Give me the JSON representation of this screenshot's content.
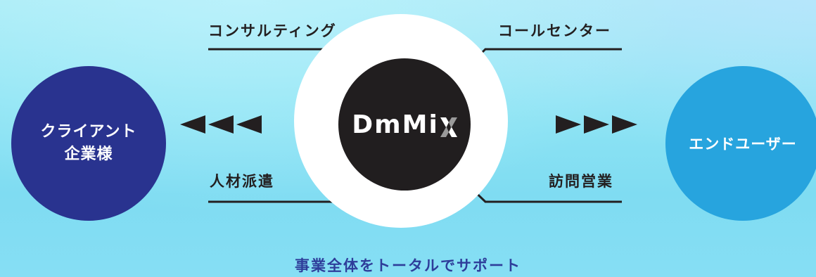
{
  "colors": {
    "client_circle": "#29338f",
    "enduser_circle": "#27a4de",
    "core_circle": "#211e1f",
    "halo": "#ffffff",
    "line": "#231f20",
    "caption": "#2e3d9a"
  },
  "client": {
    "line1": "クライアント",
    "line2": "企業様"
  },
  "enduser": {
    "label": "エンドユーザー"
  },
  "core": {
    "logo": "DmMi",
    "logo_mark_icon": "x-mark-icon"
  },
  "services": {
    "top_left": "コンサルティング",
    "top_right": "コールセンター",
    "bottom_left": "人材派遣",
    "bottom_right": "訪問営業"
  },
  "arrows": {
    "left_icon": "triangle-left-icon",
    "right_icon": "triangle-right-icon",
    "count": 3
  },
  "caption": "事業全体をトータルでサポート"
}
